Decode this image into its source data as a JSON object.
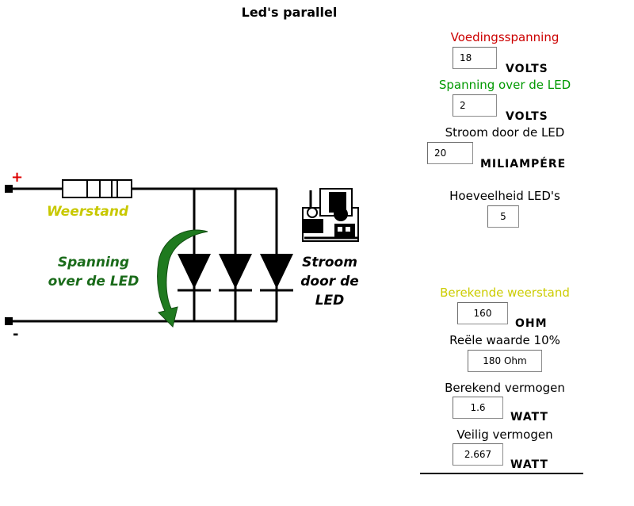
{
  "page": {
    "title": "Led's parallel"
  },
  "diagram": {
    "plus": "+",
    "minus": "-",
    "resistor_label": "Weerstand",
    "voltage_label": [
      "Spanning",
      "over de LED"
    ],
    "current_label": [
      "Stroom",
      "door de",
      "LED"
    ]
  },
  "calculator": {
    "supply_voltage": {
      "label": "Voedingsspanning",
      "value": "18",
      "unit": "VOLTS",
      "color": "#cc0000"
    },
    "led_voltage": {
      "label": "Spanning over de LED",
      "value": "2",
      "unit": "VOLTS",
      "color": "#009900"
    },
    "led_current": {
      "label": "Stroom door de LED",
      "value": "20",
      "unit": "MILIAMPÉRE",
      "color": "#000000"
    },
    "led_count": {
      "label": "Hoeveelheid LED's",
      "value": "5"
    },
    "calc_resistance": {
      "label": "Berekende weerstand",
      "value": "160",
      "unit": "OHM",
      "color": "#cccc00"
    },
    "real_value": {
      "label": "Reële waarde 10%",
      "value": "180 Ohm"
    },
    "calc_power": {
      "label": "Berekend vermogen",
      "value": "1.6",
      "unit": "WATT"
    },
    "safe_power": {
      "label": "Veilig vermogen",
      "value": "2.667",
      "unit": "WATT"
    }
  },
  "colors": {
    "resistor_label": "#c8c800",
    "green_label": "#1a6b1a",
    "arrow_green": "#1f7a1f",
    "plus_red": "#dd0000"
  }
}
